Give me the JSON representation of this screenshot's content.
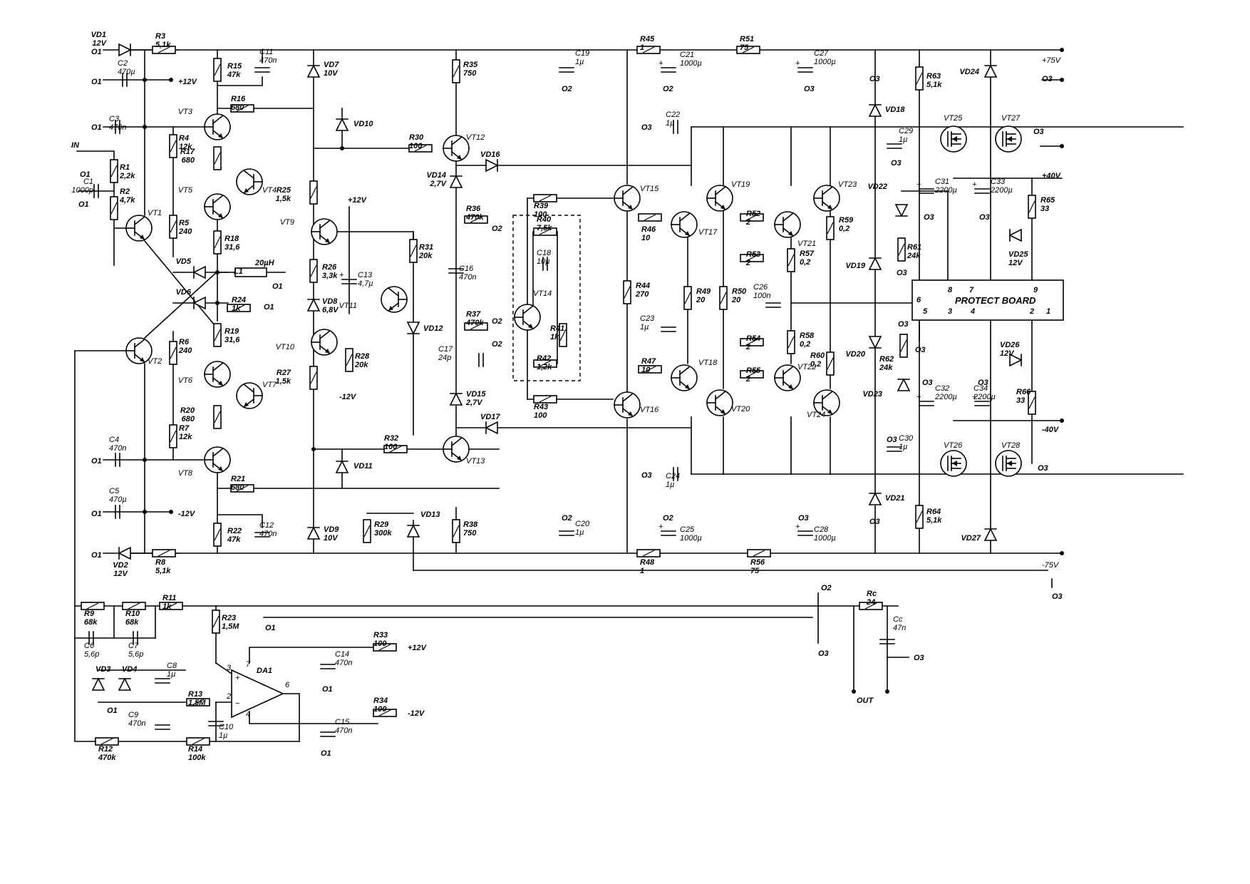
{
  "rails": {
    "plus75": "+75V",
    "minus75": "-75V",
    "plus40": "+40V",
    "minus40": "-40V",
    "plus12": "+12V",
    "minus12": "-12V"
  },
  "nets": {
    "o1": "O1",
    "o2": "O2",
    "o3": "O3",
    "in": "IN",
    "out": "OUT"
  },
  "protect_board": {
    "title": "PROTECT BOARD",
    "pins": [
      "1",
      "2",
      "3",
      "4",
      "5",
      "6",
      "7",
      "8",
      "9"
    ]
  },
  "opamp": {
    "name": "DA1",
    "pin2": "2",
    "pin3": "3",
    "pin4": "4",
    "pin6": "6",
    "pin7": "7",
    "plus": "+",
    "minus": "−"
  },
  "resistors": [
    {
      "ref": "R1",
      "val": "2,2k"
    },
    {
      "ref": "R2",
      "val": "4,7k"
    },
    {
      "ref": "R3",
      "val": "5,1k"
    },
    {
      "ref": "R4",
      "val": "12k"
    },
    {
      "ref": "R5",
      "val": "240"
    },
    {
      "ref": "R6",
      "val": "240"
    },
    {
      "ref": "R7",
      "val": "12k"
    },
    {
      "ref": "R8",
      "val": "5,1k"
    },
    {
      "ref": "R9",
      "val": "68k"
    },
    {
      "ref": "R10",
      "val": "68k"
    },
    {
      "ref": "R11",
      "val": "1k"
    },
    {
      "ref": "R12",
      "val": "470k"
    },
    {
      "ref": "R13",
      "val": "1,5M"
    },
    {
      "ref": "R14",
      "val": "100k"
    },
    {
      "ref": "R15",
      "val": "47k"
    },
    {
      "ref": "R16",
      "val": "680"
    },
    {
      "ref": "R17",
      "val": "680"
    },
    {
      "ref": "R18",
      "val": "31,6"
    },
    {
      "ref": "R19",
      "val": "31,6"
    },
    {
      "ref": "R20",
      "val": "680"
    },
    {
      "ref": "R21",
      "val": "680"
    },
    {
      "ref": "R22",
      "val": "47k"
    },
    {
      "ref": "R23",
      "val": "1,5M"
    },
    {
      "ref": "R24",
      "val": "1k"
    },
    {
      "ref": "R25",
      "val": "1,5k"
    },
    {
      "ref": "R26",
      "val": "3,3k"
    },
    {
      "ref": "R27",
      "val": "1,5k"
    },
    {
      "ref": "R28",
      "val": "20k"
    },
    {
      "ref": "R29",
      "val": "300k"
    },
    {
      "ref": "R30",
      "val": "100"
    },
    {
      "ref": "R31",
      "val": "20k"
    },
    {
      "ref": "R32",
      "val": "100"
    },
    {
      "ref": "R33",
      "val": "100"
    },
    {
      "ref": "R34",
      "val": "100"
    },
    {
      "ref": "R35",
      "val": "750"
    },
    {
      "ref": "R36",
      "val": "470k"
    },
    {
      "ref": "R37",
      "val": "470k"
    },
    {
      "ref": "R38",
      "val": "750"
    },
    {
      "ref": "R39",
      "val": "100"
    },
    {
      "ref": "R40",
      "val": "7,5k"
    },
    {
      "ref": "R41",
      "val": "1k"
    },
    {
      "ref": "R42",
      "val": "1,2k"
    },
    {
      "ref": "R43",
      "val": "100"
    },
    {
      "ref": "R44",
      "val": "270"
    },
    {
      "ref": "R45",
      "val": "1"
    },
    {
      "ref": "R46",
      "val": "10"
    },
    {
      "ref": "R47",
      "val": "10"
    },
    {
      "ref": "R48",
      "val": "1"
    },
    {
      "ref": "R49",
      "val": "20"
    },
    {
      "ref": "R50",
      "val": "20"
    },
    {
      "ref": "R51",
      "val": "75"
    },
    {
      "ref": "R52",
      "val": "2"
    },
    {
      "ref": "R53",
      "val": "2"
    },
    {
      "ref": "R54",
      "val": "2"
    },
    {
      "ref": "R55",
      "val": "2"
    },
    {
      "ref": "R56",
      "val": "75"
    },
    {
      "ref": "R57",
      "val": "0,2"
    },
    {
      "ref": "R58",
      "val": "0,2"
    },
    {
      "ref": "R59",
      "val": "0,2"
    },
    {
      "ref": "R60",
      "val": "0,2"
    },
    {
      "ref": "R61",
      "val": "24k"
    },
    {
      "ref": "R62",
      "val": "24k"
    },
    {
      "ref": "R63",
      "val": "5,1k"
    },
    {
      "ref": "R64",
      "val": "5,1k"
    },
    {
      "ref": "R65",
      "val": "33"
    },
    {
      "ref": "R66",
      "val": "33"
    },
    {
      "ref": "Rc",
      "val": "24"
    }
  ],
  "capacitors": [
    {
      "ref": "C1",
      "val": "1000p"
    },
    {
      "ref": "C2",
      "val": "470µ"
    },
    {
      "ref": "C3",
      "val": "470n"
    },
    {
      "ref": "C4",
      "val": "470n"
    },
    {
      "ref": "C5",
      "val": "470µ"
    },
    {
      "ref": "C6",
      "val": "5,6p"
    },
    {
      "ref": "C7",
      "val": "5,6p"
    },
    {
      "ref": "C8",
      "val": "1µ"
    },
    {
      "ref": "C9",
      "val": "470n"
    },
    {
      "ref": "C10",
      "val": "1µ"
    },
    {
      "ref": "C11",
      "val": "470n"
    },
    {
      "ref": "C12",
      "val": "470n"
    },
    {
      "ref": "C13",
      "val": "4,7µ"
    },
    {
      "ref": "C14",
      "val": "470n"
    },
    {
      "ref": "C15",
      "val": "470n"
    },
    {
      "ref": "C16",
      "val": "470n"
    },
    {
      "ref": "C17",
      "val": "24p"
    },
    {
      "ref": "C18",
      "val": "10µ"
    },
    {
      "ref": "C19",
      "val": "1µ"
    },
    {
      "ref": "C20",
      "val": "1µ"
    },
    {
      "ref": "C21",
      "val": "1000µ"
    },
    {
      "ref": "C22",
      "val": "1µ"
    },
    {
      "ref": "C23",
      "val": "1µ"
    },
    {
      "ref": "C24",
      "val": "1µ"
    },
    {
      "ref": "C25",
      "val": "1000µ"
    },
    {
      "ref": "C26",
      "val": "100n"
    },
    {
      "ref": "C27",
      "val": "1000µ"
    },
    {
      "ref": "C28",
      "val": "1000µ"
    },
    {
      "ref": "C29",
      "val": "1µ"
    },
    {
      "ref": "C30",
      "val": "1µ"
    },
    {
      "ref": "C31",
      "val": "2200µ"
    },
    {
      "ref": "C32",
      "val": "2200µ"
    },
    {
      "ref": "C33",
      "val": "2200µ"
    },
    {
      "ref": "C34",
      "val": "2200µ"
    },
    {
      "ref": "Cc",
      "val": "47n"
    }
  ],
  "diodes": [
    {
      "ref": "VD1",
      "val": "12V"
    },
    {
      "ref": "VD2",
      "val": "12V"
    },
    {
      "ref": "VD3",
      "val": ""
    },
    {
      "ref": "VD4",
      "val": ""
    },
    {
      "ref": "VD5",
      "val": ""
    },
    {
      "ref": "VD6",
      "val": ""
    },
    {
      "ref": "VD7",
      "val": "10V"
    },
    {
      "ref": "VD8",
      "val": "6,8V"
    },
    {
      "ref": "VD9",
      "val": "10V"
    },
    {
      "ref": "VD10",
      "val": ""
    },
    {
      "ref": "VD11",
      "val": ""
    },
    {
      "ref": "VD12",
      "val": ""
    },
    {
      "ref": "VD13",
      "val": ""
    },
    {
      "ref": "VD14",
      "val": "2,7V"
    },
    {
      "ref": "VD15",
      "val": "2,7V"
    },
    {
      "ref": "VD16",
      "val": ""
    },
    {
      "ref": "VD17",
      "val": ""
    },
    {
      "ref": "VD18",
      "val": ""
    },
    {
      "ref": "VD19",
      "val": ""
    },
    {
      "ref": "VD20",
      "val": ""
    },
    {
      "ref": "VD21",
      "val": ""
    },
    {
      "ref": "VD22",
      "val": ""
    },
    {
      "ref": "VD23",
      "val": ""
    },
    {
      "ref": "VD24",
      "val": ""
    },
    {
      "ref": "VD25",
      "val": "12V"
    },
    {
      "ref": "VD26",
      "val": "12V"
    },
    {
      "ref": "VD27",
      "val": ""
    }
  ],
  "transistors": [
    "VT1",
    "VT2",
    "VT3",
    "VT4",
    "VT5",
    "VT6",
    "VT7",
    "VT8",
    "VT9",
    "VT10",
    "VT11",
    "VT12",
    "VT13",
    "VT14",
    "VT15",
    "VT16",
    "VT17",
    "VT18",
    "VT19",
    "VT20",
    "VT21",
    "VT22",
    "VT23",
    "VT24",
    "VT25",
    "VT26",
    "VT27",
    "VT28"
  ],
  "inductors": [
    {
      "ref": "L1",
      "val": "20µH"
    }
  ]
}
